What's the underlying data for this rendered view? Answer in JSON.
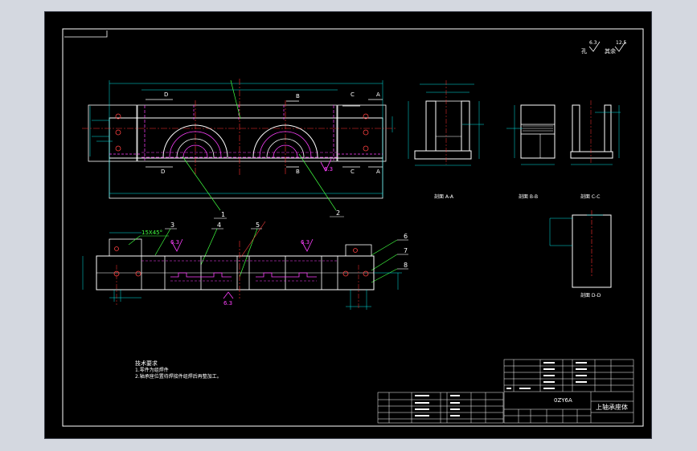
{
  "drawing": {
    "title": "上轴承座体",
    "code": "0ZY6A",
    "roughness": {
      "hole_label": "孔",
      "hole_value": "6.3",
      "rest_label": "其余",
      "rest_value": "12.5"
    },
    "section_labels": [
      "剖面 A-A",
      "剖面 B-B",
      "剖面 C-C",
      "剖面 D-D"
    ],
    "cut_markers": [
      "D",
      "B",
      "C",
      "A",
      "D",
      "B",
      "C",
      "A"
    ],
    "part_numbers": [
      "1",
      "2",
      "3",
      "4",
      "5",
      "6",
      "7",
      "8"
    ],
    "view_callouts": [
      "6.3",
      "6.3",
      "6.3",
      "6.3"
    ],
    "chamfer_note": "15X45°",
    "tech_req": {
      "heading": "技术要求",
      "lines": [
        "1.零件为组焊件",
        "2.轴承座位置待焊接件组焊后再整加工。"
      ]
    }
  }
}
